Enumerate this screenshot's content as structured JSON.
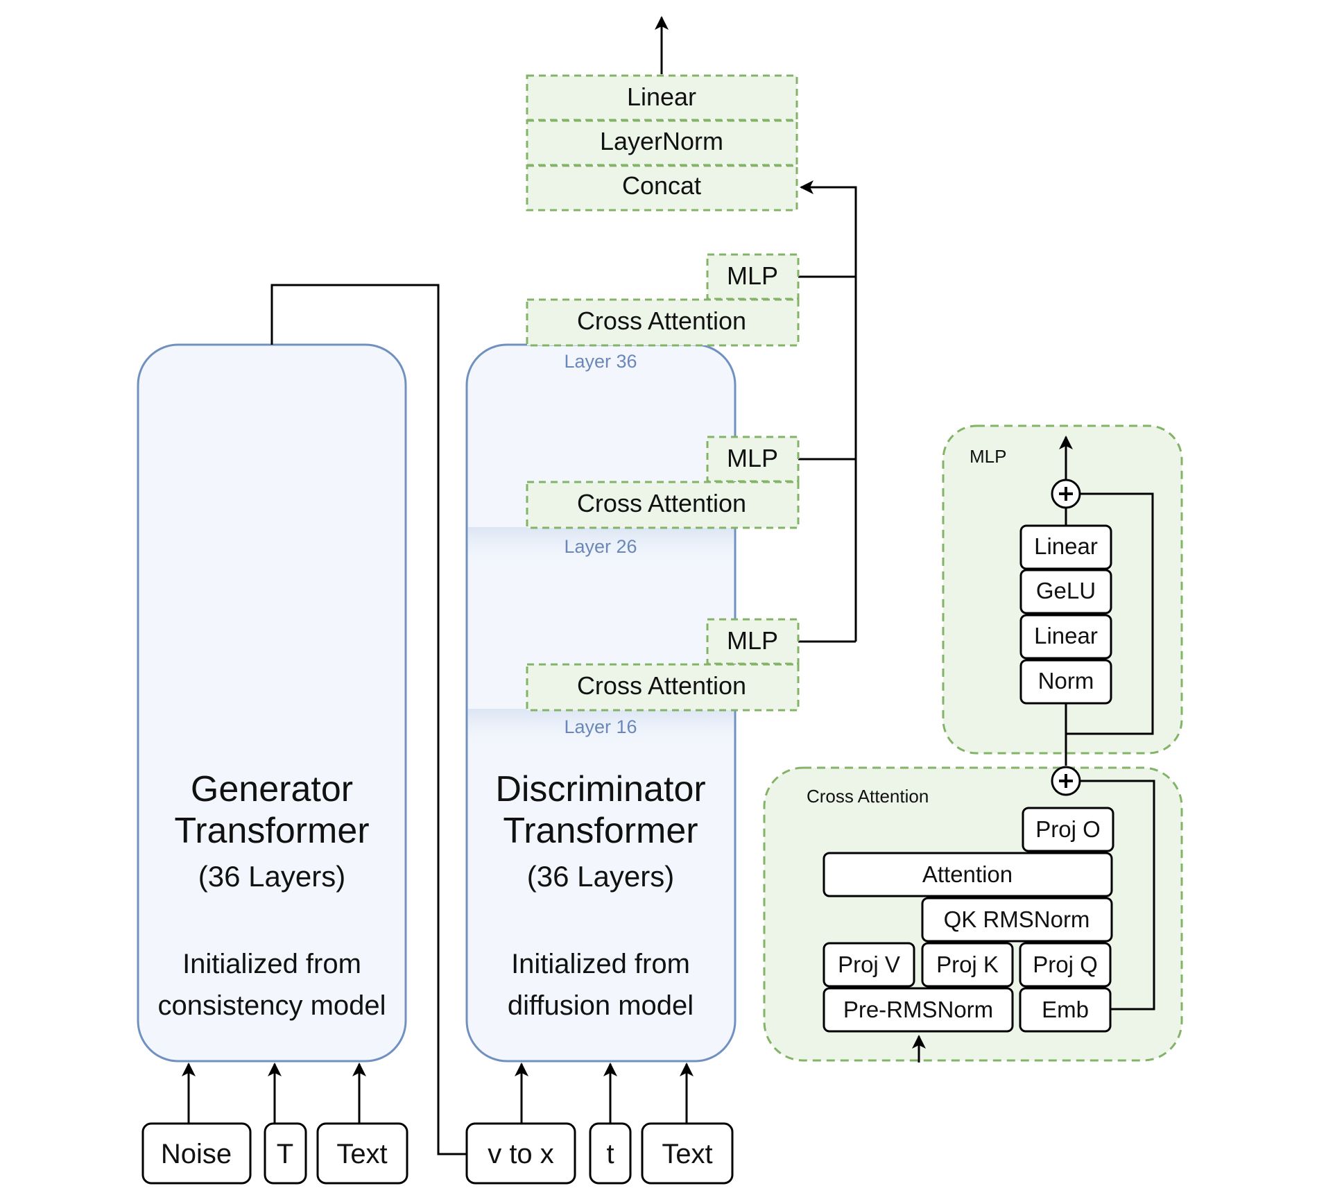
{
  "colors": {
    "transformer_fill": "#f3f7fd",
    "transformer_stroke": "#7090c0",
    "green_fill": "#edf5e9",
    "green_stroke": "#82b366",
    "layer_label": "#6b87b8",
    "line": "#000000"
  },
  "generator": {
    "title_line1": "Generator",
    "title_line2": "Transformer",
    "layers": "(36 Layers)",
    "init_line1": "Initialized from",
    "init_line2": "consistency model",
    "inputs": [
      "Noise",
      "T",
      "Text"
    ]
  },
  "discriminator": {
    "title_line1": "Discriminator",
    "title_line2": "Transformer",
    "layers": "(36 Layers)",
    "init_line1": "Initialized from",
    "init_line2": "diffusion model",
    "inputs": [
      "v to x",
      "t",
      "Text"
    ],
    "layer_labels": [
      "Layer 36",
      "Layer 26",
      "Layer 16"
    ]
  },
  "heads": {
    "mlp": "MLP",
    "cross_attention": "Cross Attention"
  },
  "output_stack": [
    "Linear",
    "LayerNorm",
    "Concat"
  ],
  "mlp_detail": {
    "title": "MLP",
    "blocks": [
      "Linear",
      "GeLU",
      "Linear",
      "Norm"
    ]
  },
  "cross_attention_detail": {
    "title": "Cross Attention",
    "proj_o": "Proj O",
    "attention": "Attention",
    "qk_norm": "QK RMSNorm",
    "proj_v": "Proj V",
    "proj_k": "Proj K",
    "proj_q": "Proj Q",
    "pre_norm": "Pre-RMSNorm",
    "emb": "Emb"
  }
}
